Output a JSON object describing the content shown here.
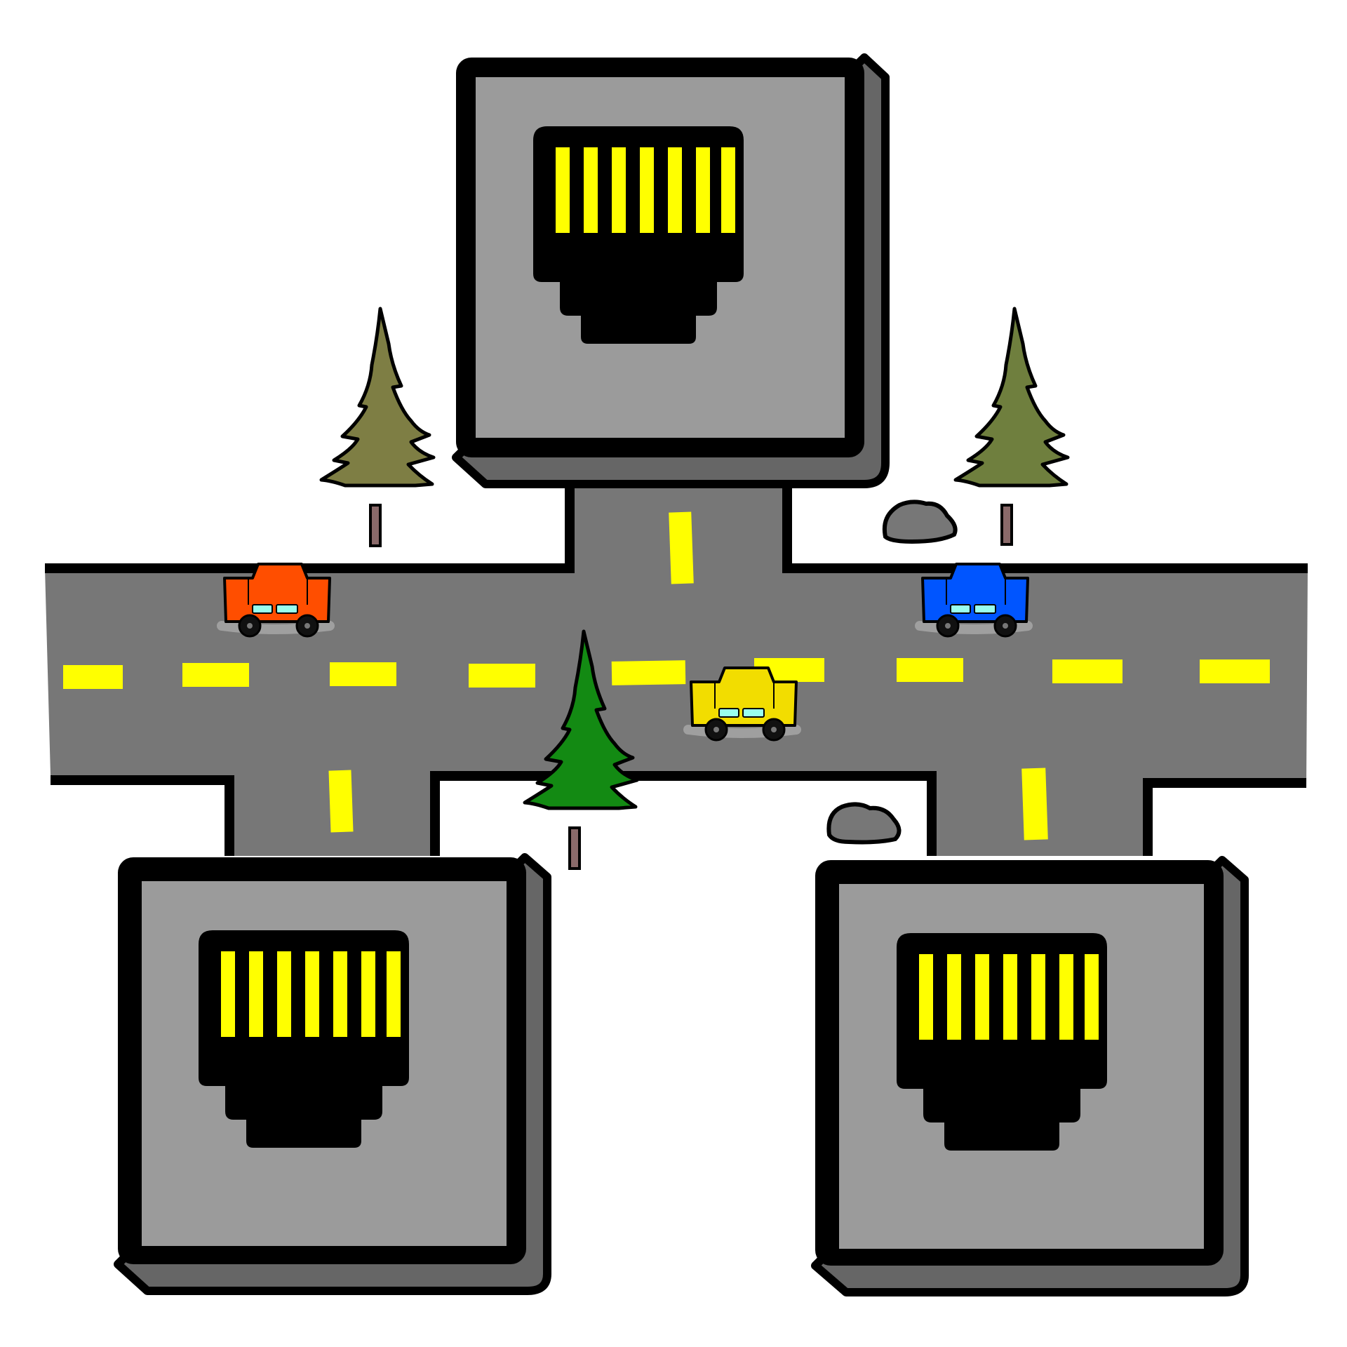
{
  "scene": {
    "subject": "network-switch-road-illustration",
    "ports": [
      {
        "id": "port-top",
        "pins": 7,
        "pin_color": "#ffff00"
      },
      {
        "id": "port-bottom-left",
        "pins": 7,
        "pin_color": "#ffff00"
      },
      {
        "id": "port-bottom-right",
        "pins": 7,
        "pin_color": "#ffff00"
      }
    ],
    "cars": [
      {
        "id": "car-orange",
        "color": "#ff4e00"
      },
      {
        "id": "car-blue",
        "color": "#0055ff"
      },
      {
        "id": "car-yellow",
        "color": "#f2dd00"
      }
    ],
    "trees": [
      {
        "id": "tree-left",
        "color": "#7e7e44"
      },
      {
        "id": "tree-right",
        "color": "#6f7f3e"
      },
      {
        "id": "tree-center",
        "color": "#138a13"
      }
    ],
    "rocks": 2,
    "colors": {
      "road": "#777777",
      "lane_marking": "#ffff00",
      "port_face": "#9b9b9b",
      "port_side": "#666666",
      "outline": "#000000"
    }
  }
}
